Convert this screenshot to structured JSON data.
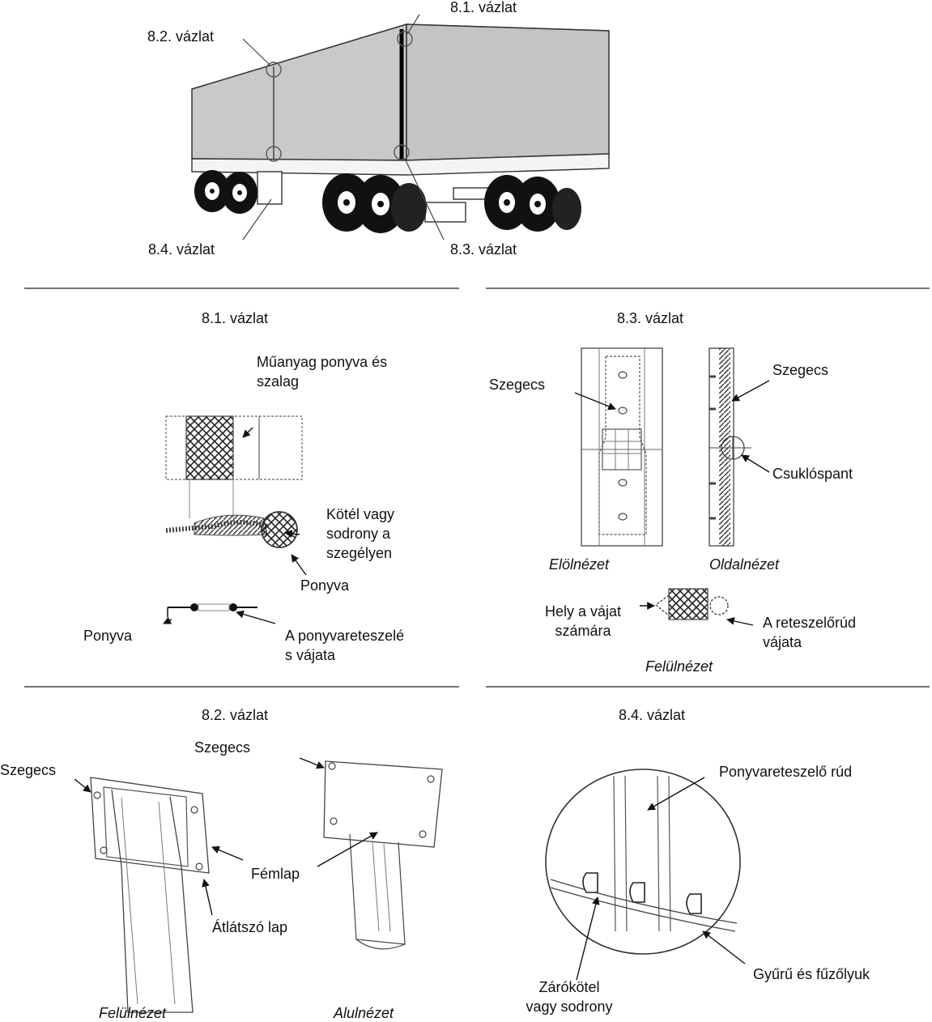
{
  "overview": {
    "callout_8_1": "8.1. vázlat",
    "callout_8_2": "8.2. vázlat",
    "callout_8_3": "8.3. vázlat",
    "callout_8_4": "8.4. vázlat"
  },
  "panel_8_1": {
    "title": "8.1. vázlat",
    "label_plastic": "Műanyag ponyva és",
    "label_plastic_2": "szalag",
    "label_rope": "Kötél vagy",
    "label_rope_2": "sodrony a",
    "label_rope_3": "szegélyen",
    "label_tarp": "Ponyva",
    "label_tarp_left": "Ponyva",
    "label_groove": "A ponyvareteszelé",
    "label_groove_2": "s vájata"
  },
  "panel_8_3": {
    "title": "8.3. vázlat",
    "label_rivet_left": "Szegecs",
    "label_rivet_right": "Szegecs",
    "label_hinge": "Csuklóspant",
    "view_front": "Elölnézet",
    "view_side": "Oldalnézet",
    "label_place": "Hely a vájat",
    "label_place_2": "számára",
    "label_rod_groove": "A reteszelőrúd",
    "label_rod_groove_2": "vájata",
    "view_top": "Felülnézet"
  },
  "panel_8_2": {
    "title": "8.2. vázlat",
    "label_rivet_left": "Szegecs",
    "label_rivet_top": "Szegecs",
    "label_metal": "Fémlap",
    "label_transparent": "Átlátszó lap",
    "view_top": "Felülnézet",
    "view_bottom": "Alulnézet"
  },
  "panel_8_4": {
    "title": "8.4. vázlat",
    "label_rod": "Ponyvareteszelő rúd",
    "label_ring": "Gyűrű és fűzőlyuk",
    "label_closing": "Zárókötel",
    "label_closing_2": "vagy sodrony"
  }
}
